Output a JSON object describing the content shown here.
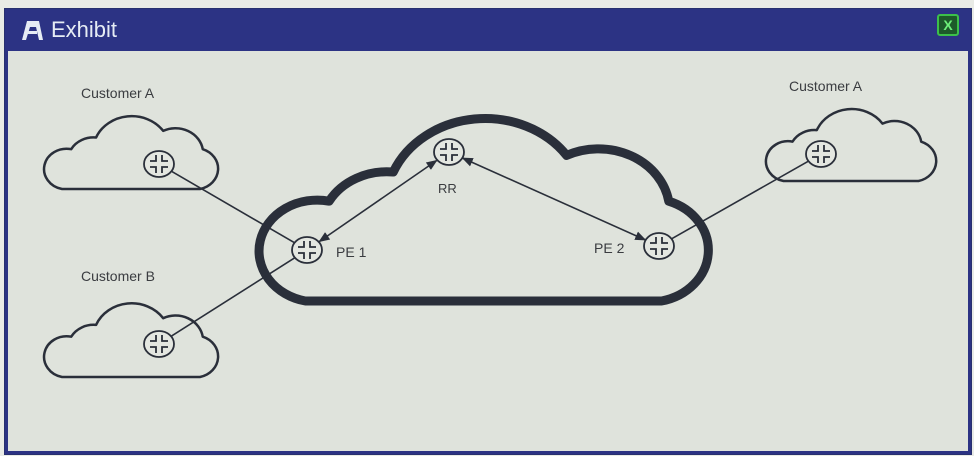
{
  "window": {
    "title": "Exhibit",
    "close_label": "X"
  },
  "nodes": {
    "rr": "RR",
    "pe1": "PE 1",
    "pe2": "PE 2"
  },
  "sites": {
    "customer_a_left": "Customer A",
    "customer_b": "Customer B",
    "customer_a_right": "Customer A"
  },
  "links": [
    {
      "from": "customer_a_left",
      "to": "pe1",
      "type": "plain"
    },
    {
      "from": "customer_b",
      "to": "pe1",
      "type": "plain"
    },
    {
      "from": "pe1",
      "to": "rr",
      "type": "bidirectional"
    },
    {
      "from": "rr",
      "to": "pe2",
      "type": "bidirectional"
    },
    {
      "from": "pe2",
      "to": "customer_a_right",
      "type": "plain"
    }
  ],
  "colors": {
    "titlebar": "#2c3384",
    "background": "#dfe3dc",
    "stroke": "#2a2f3a",
    "close": "#3cc04a"
  }
}
